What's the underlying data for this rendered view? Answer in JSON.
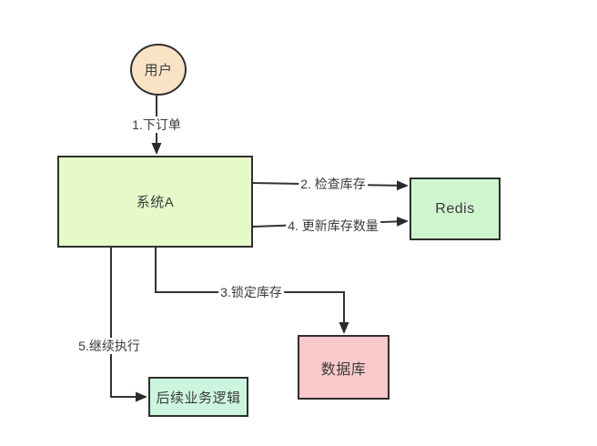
{
  "diagram": {
    "name": "inventory-check-flow",
    "nodes": {
      "user": {
        "label": "用户",
        "fill": "#fae3c5"
      },
      "system_a": {
        "label": "系统A",
        "fill": "#e6fac9"
      },
      "redis": {
        "label": "Redis",
        "fill": "#cff5cf"
      },
      "database": {
        "label": "数据库",
        "fill": "#fac9cc"
      },
      "next_logic": {
        "label": "后续业务逻辑",
        "fill": "#ccf5e0"
      }
    },
    "edges": {
      "step1": {
        "label": "1.下订单",
        "from": "user",
        "to": "system_a"
      },
      "step2": {
        "label": "2. 检查库存",
        "from": "system_a",
        "to": "redis"
      },
      "step3": {
        "label": "3.锁定库存",
        "from": "system_a",
        "to": "database"
      },
      "step4": {
        "label": "4. 更新库存数量",
        "from": "system_a",
        "to": "redis"
      },
      "step5": {
        "label": "5.继续执行",
        "from": "system_a",
        "to": "next_logic"
      }
    },
    "colors": {
      "line": "#333333",
      "text": "#3b3b3b",
      "border": "#2f2f2f",
      "background": "#ffffff"
    }
  }
}
